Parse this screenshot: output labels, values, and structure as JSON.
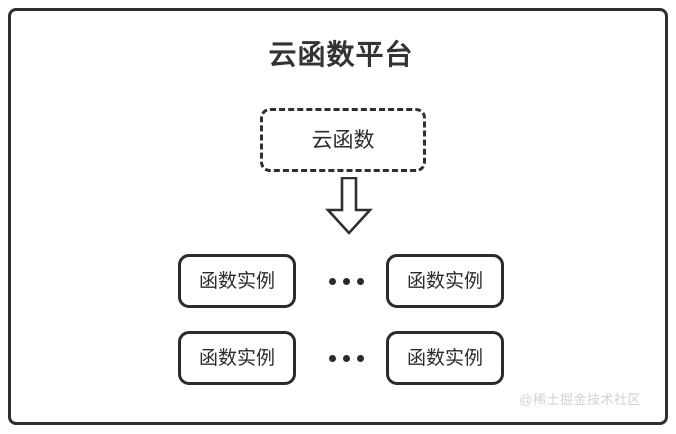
{
  "diagram": {
    "title": "云函数平台",
    "cloud_function": {
      "label": "云函数",
      "border_style": "dashed"
    },
    "arrow": {
      "name": "down-block-arrow",
      "direction": "down"
    },
    "instance_rows": [
      {
        "left_box_label": "函数实例",
        "ellipsis": "…",
        "right_box_label": "函数实例"
      },
      {
        "left_box_label": "函数实例",
        "ellipsis": "…",
        "right_box_label": "函数实例"
      }
    ],
    "watermark": "@稀土掘金技术社区",
    "colors": {
      "stroke": "#2b2b2b",
      "title": "#333333",
      "background": "#ffffff",
      "watermark": "#d2d2d2"
    }
  }
}
